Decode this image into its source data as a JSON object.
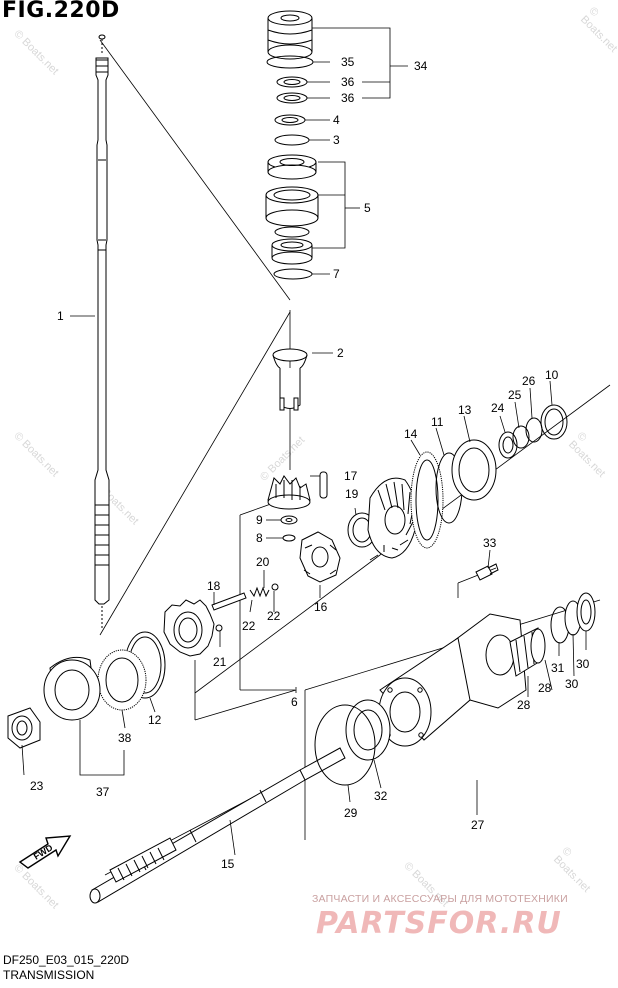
{
  "header": {
    "figure": "FIG.220D"
  },
  "footer": {
    "code": "DF250_E03_015_220D",
    "section": "TRANSMISSION"
  },
  "watermark": {
    "text": "© Boats.net"
  },
  "promo": {
    "line": "ЗАПЧАСТИ И АКСЕССУАРЫ ДЛЯ МОТОТЕХНИКИ",
    "logo": "PARTSFOR.RU"
  },
  "fwd": {
    "label": "FWD"
  },
  "callouts": [
    {
      "name": "callout-1",
      "text": "1"
    },
    {
      "name": "callout-2",
      "text": "2"
    },
    {
      "name": "callout-3",
      "text": "3"
    },
    {
      "name": "callout-4",
      "text": "4"
    },
    {
      "name": "callout-5",
      "text": "5"
    },
    {
      "name": "callout-6",
      "text": "6"
    },
    {
      "name": "callout-7",
      "text": "7"
    },
    {
      "name": "callout-8",
      "text": "8"
    },
    {
      "name": "callout-9",
      "text": "9"
    },
    {
      "name": "callout-10",
      "text": "10"
    },
    {
      "name": "callout-11",
      "text": "11"
    },
    {
      "name": "callout-12",
      "text": "12"
    },
    {
      "name": "callout-13",
      "text": "13"
    },
    {
      "name": "callout-14",
      "text": "14"
    },
    {
      "name": "callout-15",
      "text": "15"
    },
    {
      "name": "callout-16",
      "text": "16"
    },
    {
      "name": "callout-17",
      "text": "17"
    },
    {
      "name": "callout-18",
      "text": "18"
    },
    {
      "name": "callout-19",
      "text": "19"
    },
    {
      "name": "callout-20",
      "text": "20"
    },
    {
      "name": "callout-21",
      "text": "21"
    },
    {
      "name": "callout-22a",
      "text": "22"
    },
    {
      "name": "callout-22b",
      "text": "22"
    },
    {
      "name": "callout-23",
      "text": "23"
    },
    {
      "name": "callout-24",
      "text": "24"
    },
    {
      "name": "callout-25",
      "text": "25"
    },
    {
      "name": "callout-26",
      "text": "26"
    },
    {
      "name": "callout-27",
      "text": "27"
    },
    {
      "name": "callout-28a",
      "text": "28"
    },
    {
      "name": "callout-28b",
      "text": "28"
    },
    {
      "name": "callout-29",
      "text": "29"
    },
    {
      "name": "callout-30a",
      "text": "30"
    },
    {
      "name": "callout-30b",
      "text": "30"
    },
    {
      "name": "callout-31",
      "text": "31"
    },
    {
      "name": "callout-32",
      "text": "32"
    },
    {
      "name": "callout-33",
      "text": "33"
    },
    {
      "name": "callout-34",
      "text": "34"
    },
    {
      "name": "callout-35",
      "text": "35"
    },
    {
      "name": "callout-36a",
      "text": "36"
    },
    {
      "name": "callout-36b",
      "text": "36"
    },
    {
      "name": "callout-37",
      "text": "37"
    },
    {
      "name": "callout-38",
      "text": "38"
    }
  ]
}
